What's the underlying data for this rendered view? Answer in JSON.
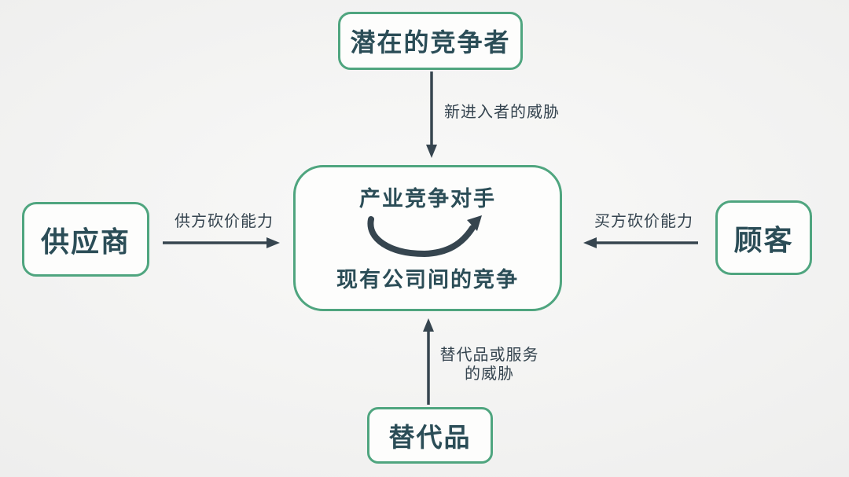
{
  "diagram": {
    "nodes": {
      "potential_entrants": {
        "label": "潜在的竞争者"
      },
      "suppliers": {
        "label": "供应商"
      },
      "buyers": {
        "label": "顾客"
      },
      "substitutes": {
        "label": "替代品"
      },
      "center": {
        "top_label": "产业竞争对手",
        "bottom_label": "现有公司间的竞争"
      }
    },
    "edges": {
      "new_entrants_threat": "新进入者的威胁",
      "supplier_power": "供方砍价能力",
      "buyer_power": "买方砍价能力",
      "substitute_threat": "替代品或服务\n的威胁"
    }
  },
  "colors": {
    "box_border": "#4fa57f",
    "box_fill": "#fdfdfc",
    "node_text": "#2b4d57",
    "arrow": "#36454f",
    "label_text": "#35444f",
    "bg_center": "#f9f9f8",
    "bg_edge": "#ececeb"
  }
}
